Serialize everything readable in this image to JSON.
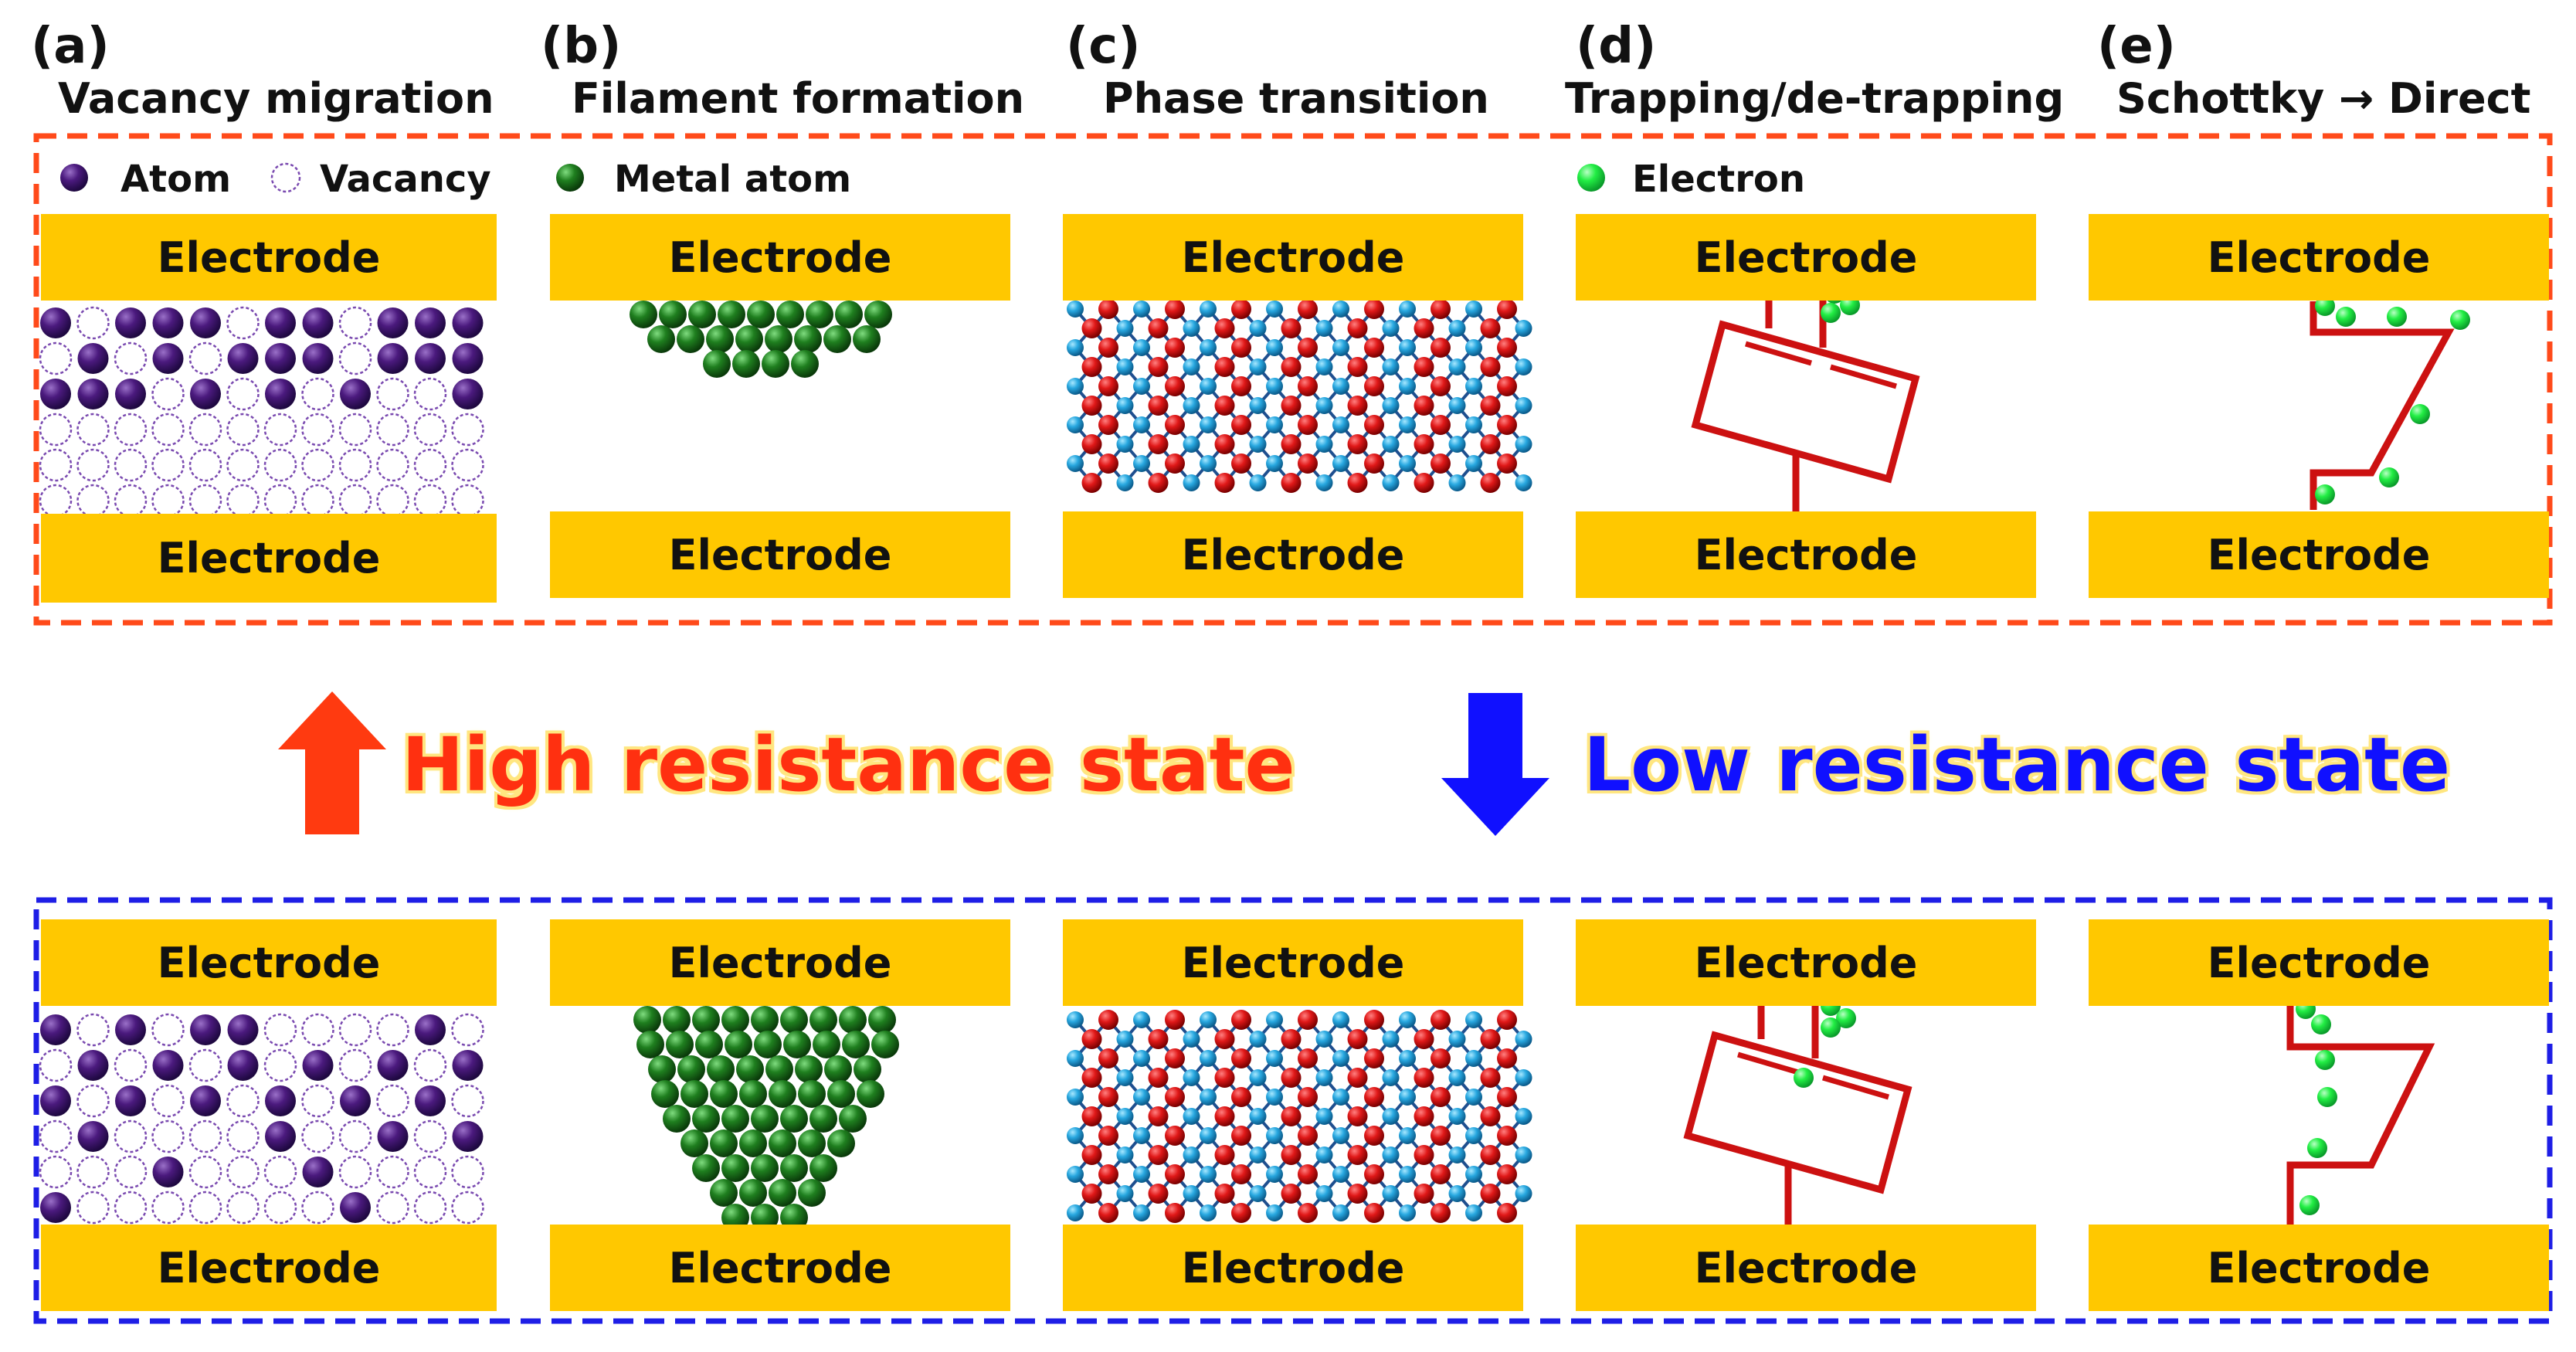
{
  "panels": [
    {
      "letter": "(a)",
      "title": "Vacancy migration"
    },
    {
      "letter": "(b)",
      "title": "Filament formation"
    },
    {
      "letter": "(c)",
      "title": "Phase transition"
    },
    {
      "letter": "(d)",
      "title": "Trapping/de-trapping"
    },
    {
      "letter": "(e)",
      "title": "Schottky → Direct"
    }
  ],
  "legend": {
    "atom": "Atom",
    "vacancy": "Vacancy",
    "metal_atom": "Metal atom",
    "electron": "Electron"
  },
  "electrode_label": "Electrode",
  "states": {
    "high": "High resistance state",
    "low": "Low resistance state"
  },
  "colors": {
    "electrode": "#ffc800",
    "high_state": "#ff3010",
    "low_state": "#1010ff",
    "high_box_border": "#ff4a1a",
    "low_box_border": "#1e1ee6",
    "atom": "#4b1a7e",
    "metal_atom": "#1f7f1f",
    "electron": "#22ee44",
    "red_atom": "#e01818",
    "blue_atom": "#28a8e0",
    "bond": "#1f4f8f",
    "trap_line": "#cc1111"
  }
}
